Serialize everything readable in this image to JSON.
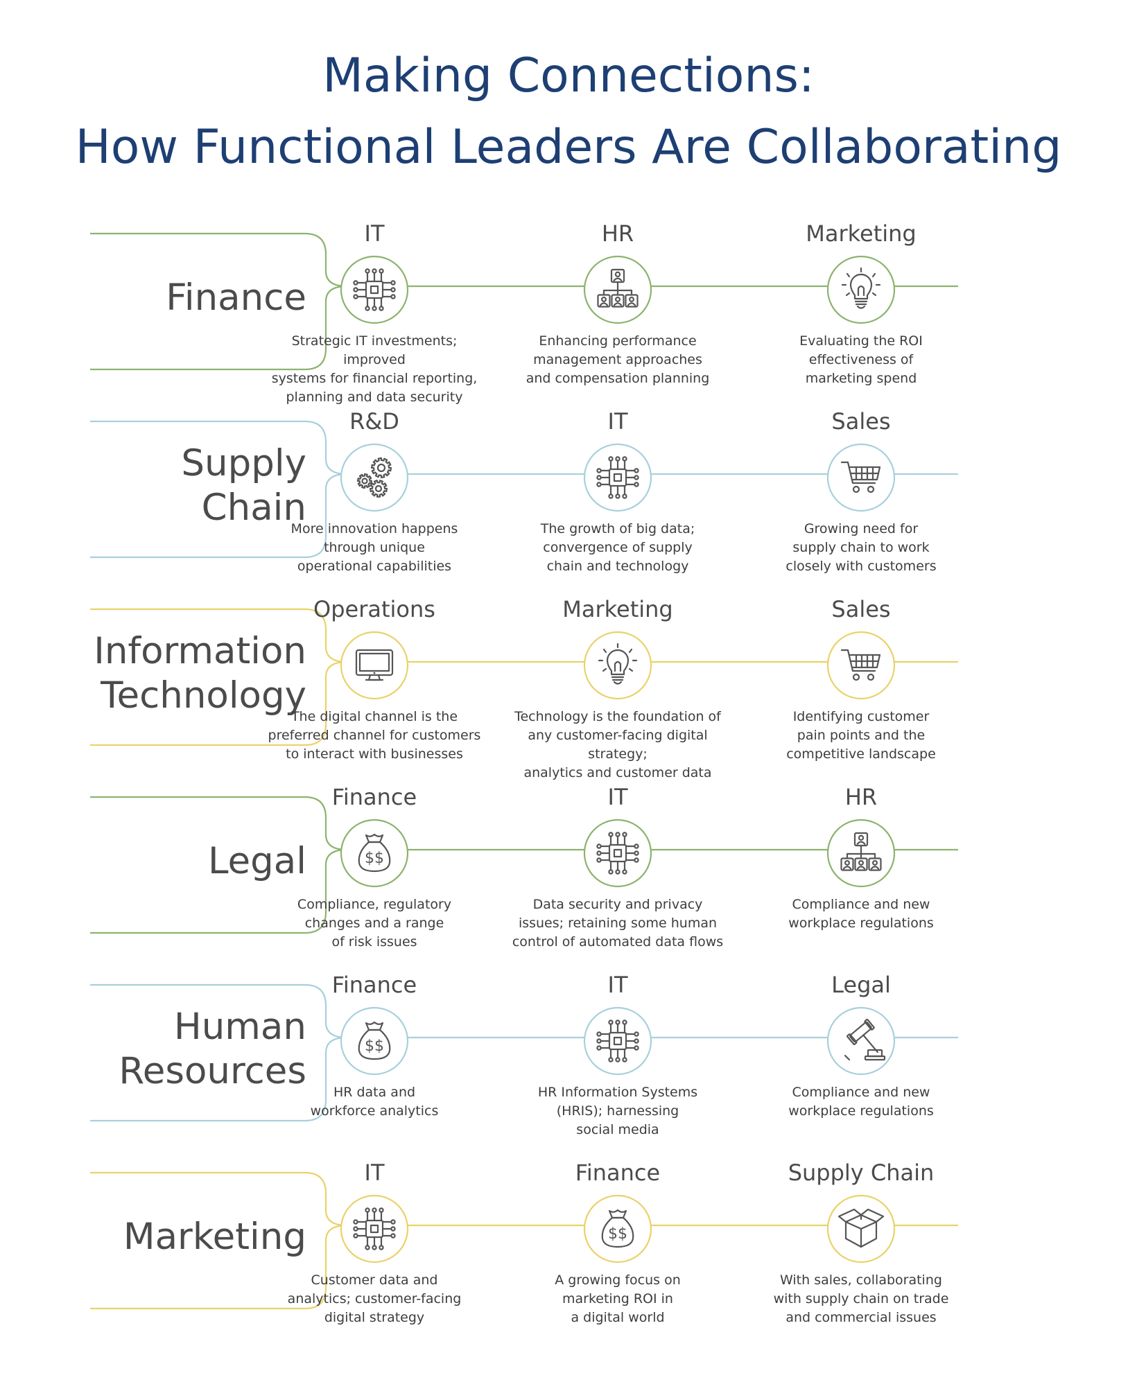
{
  "title": {
    "line1": "Making Connections:",
    "line2": "How Functional Leaders Are Collaborating"
  },
  "colors": {
    "title": "#1d3f73",
    "green": "#8db36e",
    "blue": "#a8d0dc",
    "yellow": "#ead26a"
  },
  "rows": [
    {
      "name": "Finance",
      "color": "green",
      "partners": [
        {
          "name": "IT",
          "icon": "chip-icon",
          "desc": "Strategic IT investments; improved\nsystems for financial reporting,\nplanning and data security"
        },
        {
          "name": "HR",
          "icon": "org-chart-icon",
          "desc": "Enhancing performance\nmanagement approaches\nand compensation planning"
        },
        {
          "name": "Marketing",
          "icon": "lightbulb-icon",
          "desc": "Evaluating the ROI\neffectiveness of\nmarketing spend"
        }
      ]
    },
    {
      "name": "Supply\nChain",
      "color": "blue",
      "partners": [
        {
          "name": "R&D",
          "icon": "gears-icon",
          "desc": "More innovation happens\nthrough unique\noperational capabilities"
        },
        {
          "name": "IT",
          "icon": "chip-icon",
          "desc": "The growth of big data;\nconvergence of supply\nchain and technology"
        },
        {
          "name": "Sales",
          "icon": "cart-icon",
          "desc": "Growing need for\nsupply chain to work\nclosely with customers"
        }
      ]
    },
    {
      "name": "Information\nTechnology",
      "color": "yellow",
      "partners": [
        {
          "name": "Operations",
          "icon": "monitor-icon",
          "desc": "The digital channel is the\npreferred channel for customers\nto interact with businesses"
        },
        {
          "name": "Marketing",
          "icon": "lightbulb-icon",
          "desc": "Technology is the foundation of\nany customer-facing digital strategy;\nanalytics and customer data"
        },
        {
          "name": "Sales",
          "icon": "cart-icon",
          "desc": "Identifying customer\npain points and the\ncompetitive landscape"
        }
      ]
    },
    {
      "name": "Legal",
      "color": "green",
      "partners": [
        {
          "name": "Finance",
          "icon": "money-bag-icon",
          "desc": "Compliance, regulatory\nchanges and a range\nof risk issues"
        },
        {
          "name": "IT",
          "icon": "chip-icon",
          "desc": "Data security and privacy\nissues; retaining some human\ncontrol of automated data flows"
        },
        {
          "name": "HR",
          "icon": "org-chart-icon",
          "desc": "Compliance and new\nworkplace regulations"
        }
      ]
    },
    {
      "name": "Human\nResources",
      "color": "blue",
      "partners": [
        {
          "name": "Finance",
          "icon": "money-bag-icon",
          "desc": "HR data and\nworkforce analytics"
        },
        {
          "name": "IT",
          "icon": "chip-icon",
          "desc": "HR Information Systems\n(HRIS); harnessing\nsocial media"
        },
        {
          "name": "Legal",
          "icon": "gavel-icon",
          "desc": "Compliance and new\nworkplace regulations"
        }
      ]
    },
    {
      "name": "Marketing",
      "color": "yellow",
      "partners": [
        {
          "name": "IT",
          "icon": "chip-icon",
          "desc": "Customer data and\nanalytics; customer-facing\ndigital strategy"
        },
        {
          "name": "Finance",
          "icon": "money-bag-icon",
          "desc": "A growing focus on\nmarketing ROI in\na digital world"
        },
        {
          "name": "Supply Chain",
          "icon": "box-icon",
          "desc": "With sales, collaborating\nwith supply chain on trade\nand commercial issues"
        }
      ]
    }
  ]
}
